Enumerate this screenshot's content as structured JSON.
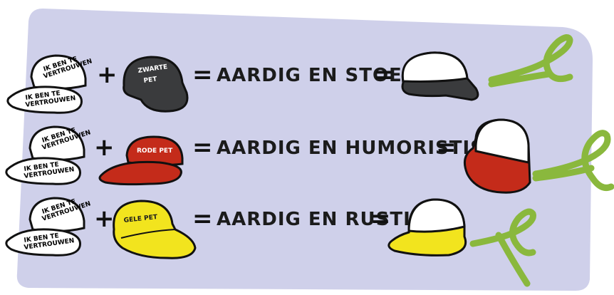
{
  "white_cap_text": {
    "crown": [
      "IK BEN TE",
      "VERTROUWEN"
    ],
    "brim": [
      "IK BEN TE",
      "VERTROUWEN"
    ]
  },
  "rows": [
    {
      "cap_label": [
        "ZWARTE",
        "PET"
      ],
      "result": "AARDIG EN STOER",
      "cap_color": "#3a3b3d",
      "cap_text_color": "#ffffff"
    },
    {
      "cap_label": [
        "RODE PET"
      ],
      "result": "AARDIG EN HUMORISTISCH",
      "cap_color": "#c42b1a",
      "cap_text_color": "#ffffff"
    },
    {
      "cap_label": [
        "GELE PET"
      ],
      "result": "AARDIG EN RUSTIG",
      "cap_color": "#f2e41e",
      "cap_text_color": "#1b1b1b"
    }
  ],
  "colors": {
    "panel": "#cfd0ea",
    "ribbon": "#8ab83d",
    "outline": "#111111"
  },
  "symbols": {
    "plus": "+",
    "equals": "="
  }
}
